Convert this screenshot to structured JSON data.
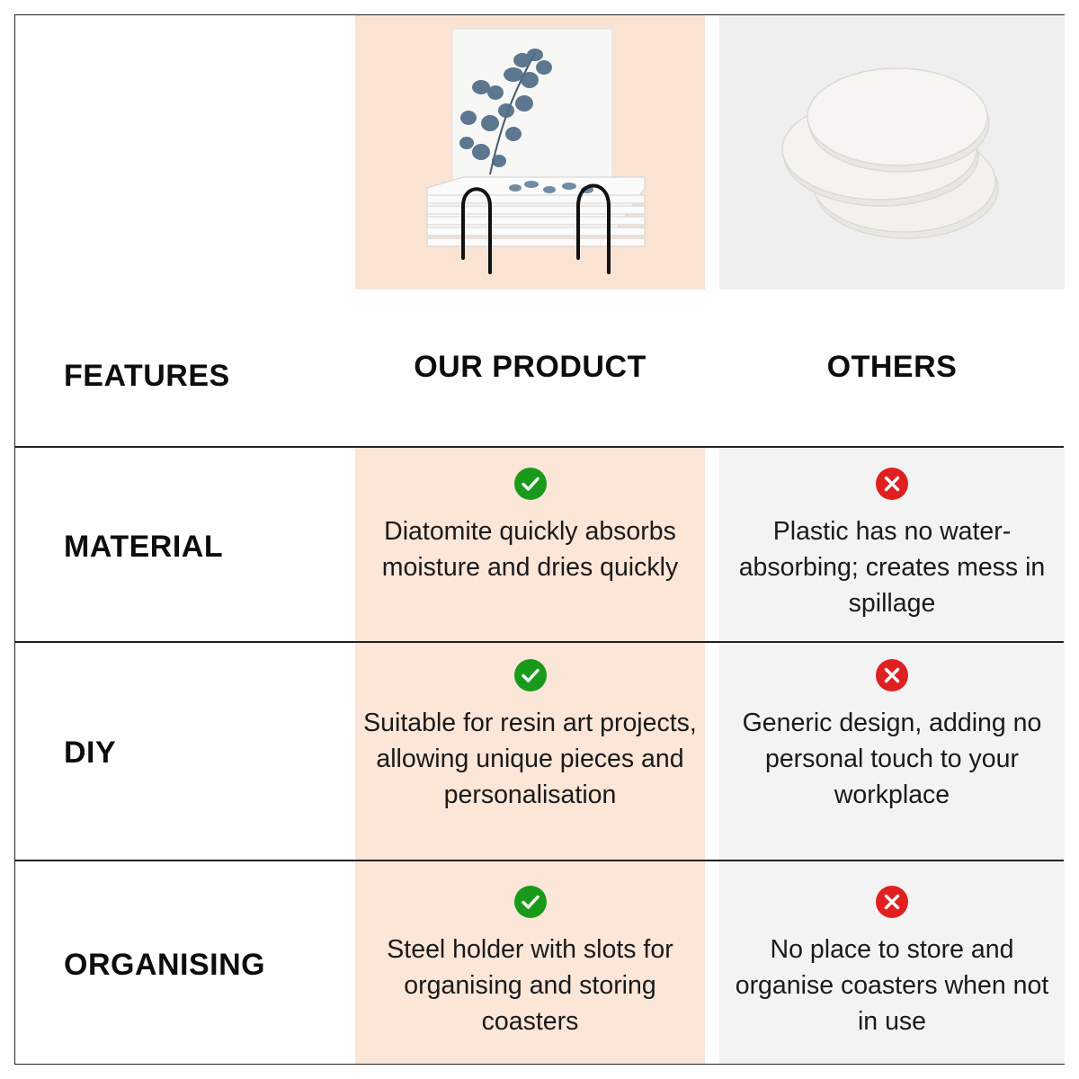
{
  "header": {
    "features_label": "FEATURES",
    "our_product_label": "OUR PRODUCT",
    "others_label": "OTHERS"
  },
  "rows": [
    {
      "feature": "MATERIAL",
      "ours": "Diatomite quickly absorbs moisture and dries quickly",
      "others": "Plastic has no water-absorbing; creates mess in spillage"
    },
    {
      "feature": "DIY",
      "ours": "Suitable for resin art projects, allowing unique pieces and personalisation",
      "others": "Generic design, adding no personal touch to your workplace"
    },
    {
      "feature": "ORGANISING",
      "ours": "Steel holder with slots for organising and storing coasters",
      "others": "No place to store and organise coasters when not in use"
    }
  ],
  "icons": {
    "ours_mark": "check-circle-icon",
    "others_mark": "x-circle-icon"
  },
  "colors": {
    "ours_bg": "#fbe6d8",
    "others_bg": "#f3f3f3",
    "check": "#1a9a1a",
    "cross": "#e02020"
  }
}
